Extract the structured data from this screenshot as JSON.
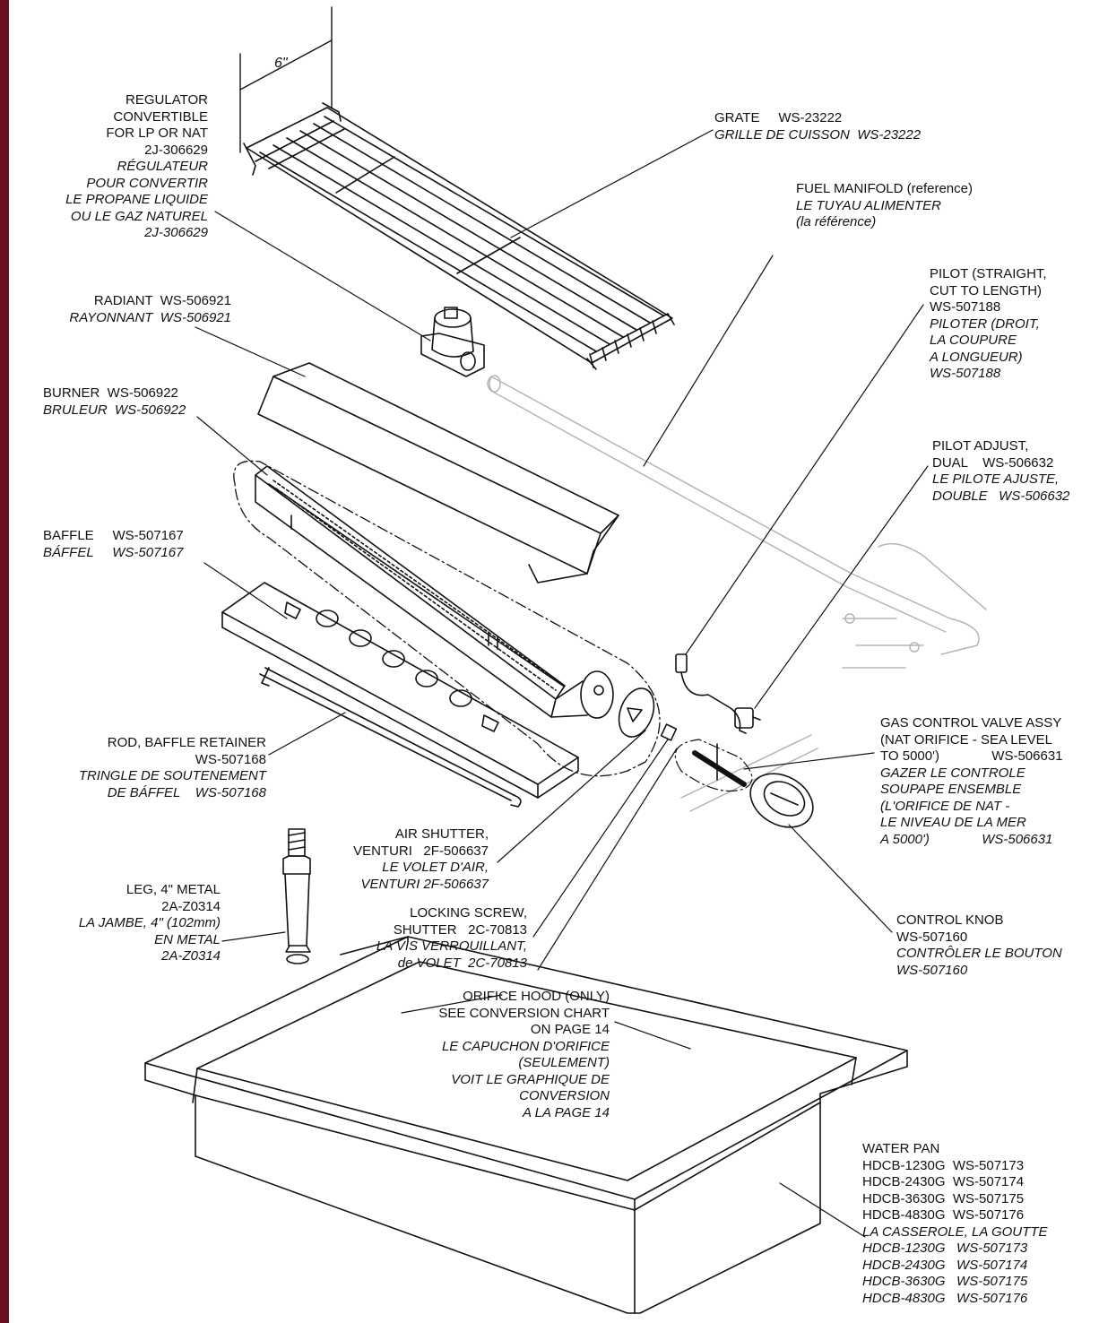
{
  "colors": {
    "border": "#6b0f1f",
    "line": "#111111",
    "ghost": "#b5b5b5"
  },
  "dimension": "6\"",
  "labels": {
    "regulator": {
      "en": [
        "REGULATOR",
        "CONVERTIBLE",
        "FOR LP OR NAT",
        "2J-306629"
      ],
      "fr": [
        "RÉGULATEUR",
        "POUR CONVERTIR",
        "LE PROPANE LIQUIDE",
        "OU LE GAZ NATUREL",
        "2J-306629"
      ]
    },
    "radiant": {
      "en": [
        "RADIANT  WS-506921"
      ],
      "fr": [
        "RAYONNANT  WS-506921"
      ]
    },
    "burner": {
      "en": [
        "BURNER  WS-506922"
      ],
      "fr": [
        "BRULEUR  WS-506922"
      ]
    },
    "baffle": {
      "en": [
        "BAFFLE     WS-507167"
      ],
      "fr": [
        "BÁFFEL     WS-507167"
      ]
    },
    "rod": {
      "en": [
        "ROD, BAFFLE RETAINER",
        "WS-507168"
      ],
      "fr": [
        "TRINGLE DE SOUTENEMENT",
        "DE BÁFFEL    WS-507168"
      ]
    },
    "leg": {
      "en": [
        "LEG, 4\" METAL",
        "2A-Z0314"
      ],
      "fr": [
        "LA JAMBE, 4\" (102mm)",
        "EN METAL",
        "2A-Z0314"
      ]
    },
    "air_shutter": {
      "en": [
        "AIR SHUTTER,",
        "VENTURI   2F-506637"
      ],
      "fr": [
        "LE VOLET D'AIR,",
        "VENTURI 2F-506637"
      ]
    },
    "locking_screw": {
      "en": [
        "LOCKING SCREW,",
        "SHUTTER   2C-70813"
      ],
      "fr": [
        "LA VIS VERROUILLANT,",
        "de VOLET  2C-70813"
      ]
    },
    "orifice_hood": {
      "en": [
        "ORIFICE HOOD (ONLY)",
        "SEE CONVERSION CHART",
        "ON PAGE 14"
      ],
      "fr": [
        "LE CAPUCHON D'ORIFICE",
        "(SEULEMENT)",
        "VOIT LE GRAPHIQUE DE",
        "CONVERSION",
        "A LA PAGE 14"
      ]
    },
    "grate": {
      "en": [
        "GRATE     WS-23222"
      ],
      "fr": [
        "GRILLE DE CUISSON  WS-23222"
      ]
    },
    "fuel_manifold": {
      "en": [
        "FUEL MANIFOLD (reference)"
      ],
      "fr": [
        "LE TUYAU ALIMENTER",
        "(la référence)"
      ]
    },
    "pilot": {
      "en": [
        "PILOT (STRAIGHT,",
        "CUT TO LENGTH)",
        "WS-507188"
      ],
      "fr": [
        "PILOTER (DROIT,",
        "LA COUPURE",
        "A LONGUEUR)",
        "WS-507188"
      ]
    },
    "pilot_adjust": {
      "en": [
        "PILOT ADJUST,",
        "DUAL    WS-506632"
      ],
      "fr": [
        "LE PILOTE AJUSTE,",
        "DOUBLE   WS-506632"
      ]
    },
    "gas_valve": {
      "en": [
        "GAS CONTROL VALVE ASSY",
        "(NAT ORIFICE - SEA LEVEL",
        "TO 5000')              WS-506631"
      ],
      "fr": [
        "GAZER LE CONTROLE",
        "SOUPAPE ENSEMBLE",
        "(L'ORIFICE DE NAT -",
        "LE NIVEAU DE LA MER",
        "A 5000')              WS-506631"
      ]
    },
    "control_knob": {
      "en": [
        "CONTROL KNOB",
        "WS-507160"
      ],
      "fr": [
        "CONTRÔLER LE BOUTON",
        "WS-507160"
      ]
    },
    "water_pan": {
      "en": [
        "WATER PAN",
        "HDCB-1230G  WS-507173",
        "HDCB-2430G  WS-507174",
        "HDCB-3630G  WS-507175",
        "HDCB-4830G  WS-507176"
      ],
      "fr": [
        "LA CASSEROLE, LA GOUTTE",
        "HDCB-1230G   WS-507173",
        "HDCB-2430G   WS-507174",
        "HDCB-3630G   WS-507175",
        "HDCB-4830G   WS-507176"
      ]
    }
  }
}
